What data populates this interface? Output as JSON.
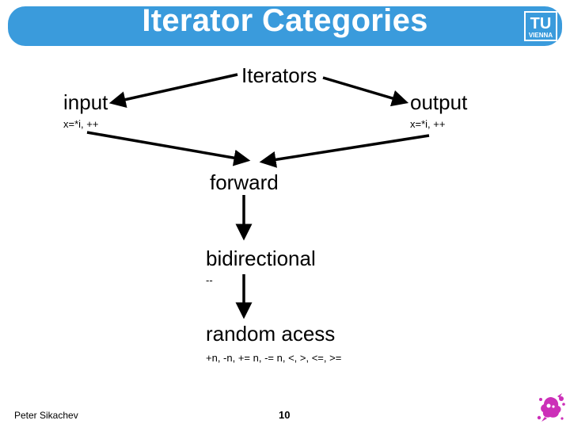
{
  "slide": {
    "title": "Iterator Categories",
    "logo_text_top": "TU",
    "logo_text_bottom": "VIENNA",
    "footer_author": "Peter Sikachev",
    "page_number": "10"
  },
  "diagram": {
    "nodes": {
      "iterators": {
        "label": "Iterators"
      },
      "input": {
        "label": "input",
        "ops": "x=*i, ++"
      },
      "output": {
        "label": "output",
        "ops": "x=*i, ++"
      },
      "forward": {
        "label": "forward"
      },
      "bidirectional": {
        "label": "bidirectional",
        "ops": "--"
      },
      "random_access": {
        "label": "random acess",
        "ops": "+n, -n, += n, -= n, <, >, <=, >="
      }
    },
    "edges": [
      {
        "from": "iterators",
        "to": "input"
      },
      {
        "from": "iterators",
        "to": "output"
      },
      {
        "from": "input",
        "to": "forward"
      },
      {
        "from": "output",
        "to": "forward"
      },
      {
        "from": "forward",
        "to": "bidirectional"
      },
      {
        "from": "bidirectional",
        "to": "random_access"
      }
    ]
  },
  "colors": {
    "title_bar": "#3a9bdc",
    "logo_splat": "#cc2fb8"
  }
}
